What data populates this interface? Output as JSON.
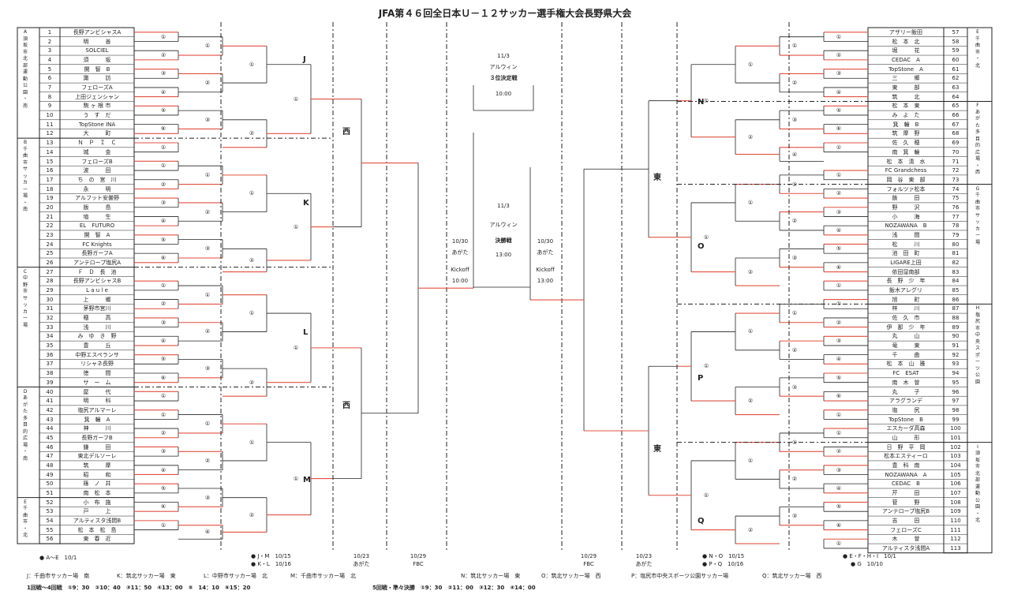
{
  "title": "JFA第４６回全日本Ｕ－１２サッカー選手権大会長野県大会",
  "left_teams": [
    {
      "no": "1",
      "name": "長野アンビシャスA"
    },
    {
      "no": "2",
      "name": "明　　　善"
    },
    {
      "no": "3",
      "name": "SOLCIEL"
    },
    {
      "no": "4",
      "name": "須　　　坂"
    },
    {
      "no": "5",
      "name": "開　智　B"
    },
    {
      "no": "6",
      "name": "諏　　　訪"
    },
    {
      "no": "7",
      "name": "フェローズA"
    },
    {
      "no": "8",
      "name": "上田ジェンシャン"
    },
    {
      "no": "9",
      "name": "駒 ヶ 根 市"
    },
    {
      "no": "10",
      "name": "う　す　だ"
    },
    {
      "no": "11",
      "name": "TopStone INA"
    },
    {
      "no": "12",
      "name": "大　　　町"
    },
    {
      "no": "13",
      "name": "Ｎ　Ｐ　Ｉ　Ｃ"
    },
    {
      "no": "14",
      "name": "城　　　金"
    },
    {
      "no": "15",
      "name": "フェローズB"
    },
    {
      "no": "16",
      "name": "波　　　田"
    },
    {
      "no": "17",
      "name": "ち　の　宮　川"
    },
    {
      "no": "18",
      "name": "永　　　明"
    },
    {
      "no": "19",
      "name": "アルフット安曇野"
    },
    {
      "no": "20",
      "name": "飯　　　島"
    },
    {
      "no": "21",
      "name": "埴　　　生"
    },
    {
      "no": "22",
      "name": "EL　FUTURO"
    },
    {
      "no": "23",
      "name": "開　智　A"
    },
    {
      "no": "24",
      "name": "FC Knights"
    },
    {
      "no": "25",
      "name": "長野ガーフA"
    },
    {
      "no": "26",
      "name": "アンテロープ塩尻A"
    },
    {
      "no": "27",
      "name": "Ｆ　Ｄ　長　池"
    },
    {
      "no": "28",
      "name": "長野アンビシャスB"
    },
    {
      "no": "29",
      "name": "L a u l e"
    },
    {
      "no": "30",
      "name": "上　　　郷"
    },
    {
      "no": "31",
      "name": "茅野市宮川"
    },
    {
      "no": "32",
      "name": "穂　　　高"
    },
    {
      "no": "33",
      "name": "浅　　　川"
    },
    {
      "no": "34",
      "name": "み　ゆ　き　野"
    },
    {
      "no": "35",
      "name": "豊　　　丘"
    },
    {
      "no": "36",
      "name": "中野エスペランサ"
    },
    {
      "no": "37",
      "name": "リシャネ長野"
    },
    {
      "no": "38",
      "name": "徳　　　間"
    },
    {
      "no": "39",
      "name": "サ　ー　ム"
    },
    {
      "no": "40",
      "name": "屋　　　代"
    },
    {
      "no": "41",
      "name": "明　　　科"
    },
    {
      "no": "42",
      "name": "塩尻アルマーレ"
    },
    {
      "no": "43",
      "name": "箕　輪　A"
    },
    {
      "no": "44",
      "name": "神　　　川"
    },
    {
      "no": "45",
      "name": "長野ガーフB"
    },
    {
      "no": "46",
      "name": "鎌　　　田"
    },
    {
      "no": "47",
      "name": "東北デルソーレ"
    },
    {
      "no": "48",
      "name": "筑　　　摩"
    },
    {
      "no": "49",
      "name": "昭　　　和"
    },
    {
      "no": "50",
      "name": "篠　ノ　井"
    },
    {
      "no": "51",
      "name": "南　松　本"
    },
    {
      "no": "52",
      "name": "小　布　施"
    },
    {
      "no": "53",
      "name": "戸　　　上"
    },
    {
      "no": "54",
      "name": "アルティスタ浅間B"
    },
    {
      "no": "55",
      "name": "松　本　松　島"
    },
    {
      "no": "56",
      "name": "東　春　近"
    }
  ],
  "right_teams": [
    {
      "no": "57",
      "name": "アザリー飯田"
    },
    {
      "no": "58",
      "name": "松　本　北"
    },
    {
      "no": "59",
      "name": "堀　　　花"
    },
    {
      "no": "60",
      "name": "CEDAC　A"
    },
    {
      "no": "61",
      "name": "TopStone　A"
    },
    {
      "no": "62",
      "name": "三　　　郷"
    },
    {
      "no": "63",
      "name": "東　　　部"
    },
    {
      "no": "64",
      "name": "筑　　　北"
    },
    {
      "no": "65",
      "name": "松　本　東"
    },
    {
      "no": "66",
      "name": "み　よ　た"
    },
    {
      "no": "67",
      "name": "箕　輪　B"
    },
    {
      "no": "68",
      "name": "筑　摩　野"
    },
    {
      "no": "69",
      "name": "佐　久　穂"
    },
    {
      "no": "70",
      "name": "南　箕　輪"
    },
    {
      "no": "71",
      "name": "松　本　清　水"
    },
    {
      "no": "72",
      "name": "FC Grandchess"
    },
    {
      "no": "73",
      "name": "岡　谷　東　部"
    },
    {
      "no": "74",
      "name": "フォルツァ松本"
    },
    {
      "no": "75",
      "name": "飯　　　田"
    },
    {
      "no": "76",
      "name": "野　　　沢"
    },
    {
      "no": "77",
      "name": "小　　　海"
    },
    {
      "no": "78",
      "name": "NOZAWANA　B"
    },
    {
      "no": "79",
      "name": "浅　　　間"
    },
    {
      "no": "80",
      "name": "松　　　川"
    },
    {
      "no": "81",
      "name": "池　田　町"
    },
    {
      "no": "82",
      "name": "LIGARE上田"
    },
    {
      "no": "83",
      "name": "依田窪南部"
    },
    {
      "no": "84",
      "name": "長　野　少　年"
    },
    {
      "no": "85",
      "name": "飯木アレグリ"
    },
    {
      "no": "86",
      "name": "旭　　　町"
    },
    {
      "no": "87",
      "name": "梓　　　川"
    },
    {
      "no": "88",
      "name": "佐　久　市"
    },
    {
      "no": "89",
      "name": "伊　那　少　年"
    },
    {
      "no": "90",
      "name": "丸　　　山"
    },
    {
      "no": "91",
      "name": "竜　　　東"
    },
    {
      "no": "92",
      "name": "千　　　曲"
    },
    {
      "no": "93",
      "name": "松　本　山　雅"
    },
    {
      "no": "94",
      "name": "FC　ESAT"
    },
    {
      "no": "95",
      "name": "南　木　曽"
    },
    {
      "no": "96",
      "name": "丸　　　子"
    },
    {
      "no": "97",
      "name": "アラグランデ"
    },
    {
      "no": "98",
      "name": "塩　　　尻"
    },
    {
      "no": "99",
      "name": "TopStone　B"
    },
    {
      "no": "100",
      "name": "エスカーダ高森"
    },
    {
      "no": "101",
      "name": "山　　　形"
    },
    {
      "no": "102",
      "name": "日　野　平　岡"
    },
    {
      "no": "103",
      "name": "松本エスティーロ"
    },
    {
      "no": "104",
      "name": "豊　科　南"
    },
    {
      "no": "105",
      "name": "NOZAWANA　A"
    },
    {
      "no": "106",
      "name": "CEDAC　B"
    },
    {
      "no": "107",
      "name": "芹　　　田"
    },
    {
      "no": "108",
      "name": "菅　　　野"
    },
    {
      "no": "109",
      "name": "アンテロープ塩尻B"
    },
    {
      "no": "110",
      "name": "吉　　　田"
    },
    {
      "no": "111",
      "name": "フェローズC"
    },
    {
      "no": "112",
      "name": "木　　　曽"
    },
    {
      "no": "113",
      "name": "アルティスタ浅間A"
    }
  ],
  "left_groups": [
    {
      "id": "A",
      "label": "A 須坂市北部運動公園・南"
    },
    {
      "id": "B",
      "label": "B 千曲市サッカー場・南"
    },
    {
      "id": "C",
      "label": "C 中野市サッカー場"
    },
    {
      "id": "D",
      "label": "D あがた多目的広場・南"
    },
    {
      "id": "E",
      "label": "E 千曲市・北"
    }
  ],
  "right_groups": [
    {
      "id": "E",
      "label": "E 千曲市・北"
    },
    {
      "id": "F",
      "label": "F あがた多目的広場・西"
    },
    {
      "id": "G",
      "label": "G 千曲市サッカー場"
    },
    {
      "id": "H",
      "label": "H 塩尻市中央スポーツ公園"
    },
    {
      "id": "I",
      "label": "I 須坂市北部運動公園・北"
    }
  ],
  "block_letters": {
    "J": "J",
    "K": "K",
    "L": "L",
    "M": "M",
    "N": "N",
    "O": "O",
    "P": "P",
    "Q": "Q"
  },
  "sides": {
    "west": "西",
    "east": "東"
  },
  "third_place": {
    "date": "11/3",
    "venue": "アルウィン",
    "label": "３位決定戦",
    "time": "10:00"
  },
  "final": {
    "date": "11/3",
    "venue": "アルウィン",
    "label": "決勝戦",
    "time": "13:00"
  },
  "semi_left": {
    "date": "10/30",
    "venue": "あがた",
    "kickoff": "Kickoff",
    "time": "10:00"
  },
  "semi_right": {
    "date": "10/30",
    "venue": "あがた",
    "kickoff": "Kickoff",
    "time": "13:00"
  },
  "bottom_dates": {
    "ae": "A～E　10/1",
    "jm": "J・M　10/15",
    "kl": "K・L　10/16",
    "d1023a": "10/23",
    "v1023a": "あがた",
    "d1029a": "10/29",
    "v1029a": "FBC",
    "d1029b": "10/29",
    "v1029b": "FBC",
    "d1023b": "10/23",
    "v1023b": "あがた",
    "no": "N・O　10/15",
    "pq": "P・Q　10/16",
    "ei": "E・F・H・I　10/1",
    "g": "G　10/10"
  },
  "venues_line": [
    "J：千曲市サッカー場　南",
    "K：筑北サッカー場　東",
    "L：中野市サッカー場　北",
    "M：千曲市サッカー場　北",
    "N：筑北サッカー場　東",
    "O：筑北サッカー場　西",
    "P：塩尻市中央スポーツ公園サッカー場",
    "Q：筑北サッカー場　西"
  ],
  "time_line_left": "1回戦～4回戦　①9：30　②10：40　③11：50　④13：00　⑤　14：10　⑥15：20",
  "time_line_right": "5回戦・準々決勝　①9：30　②11：00　③12：30　④14：00",
  "colors": {
    "win": "#e05040",
    "line": "#222222"
  }
}
